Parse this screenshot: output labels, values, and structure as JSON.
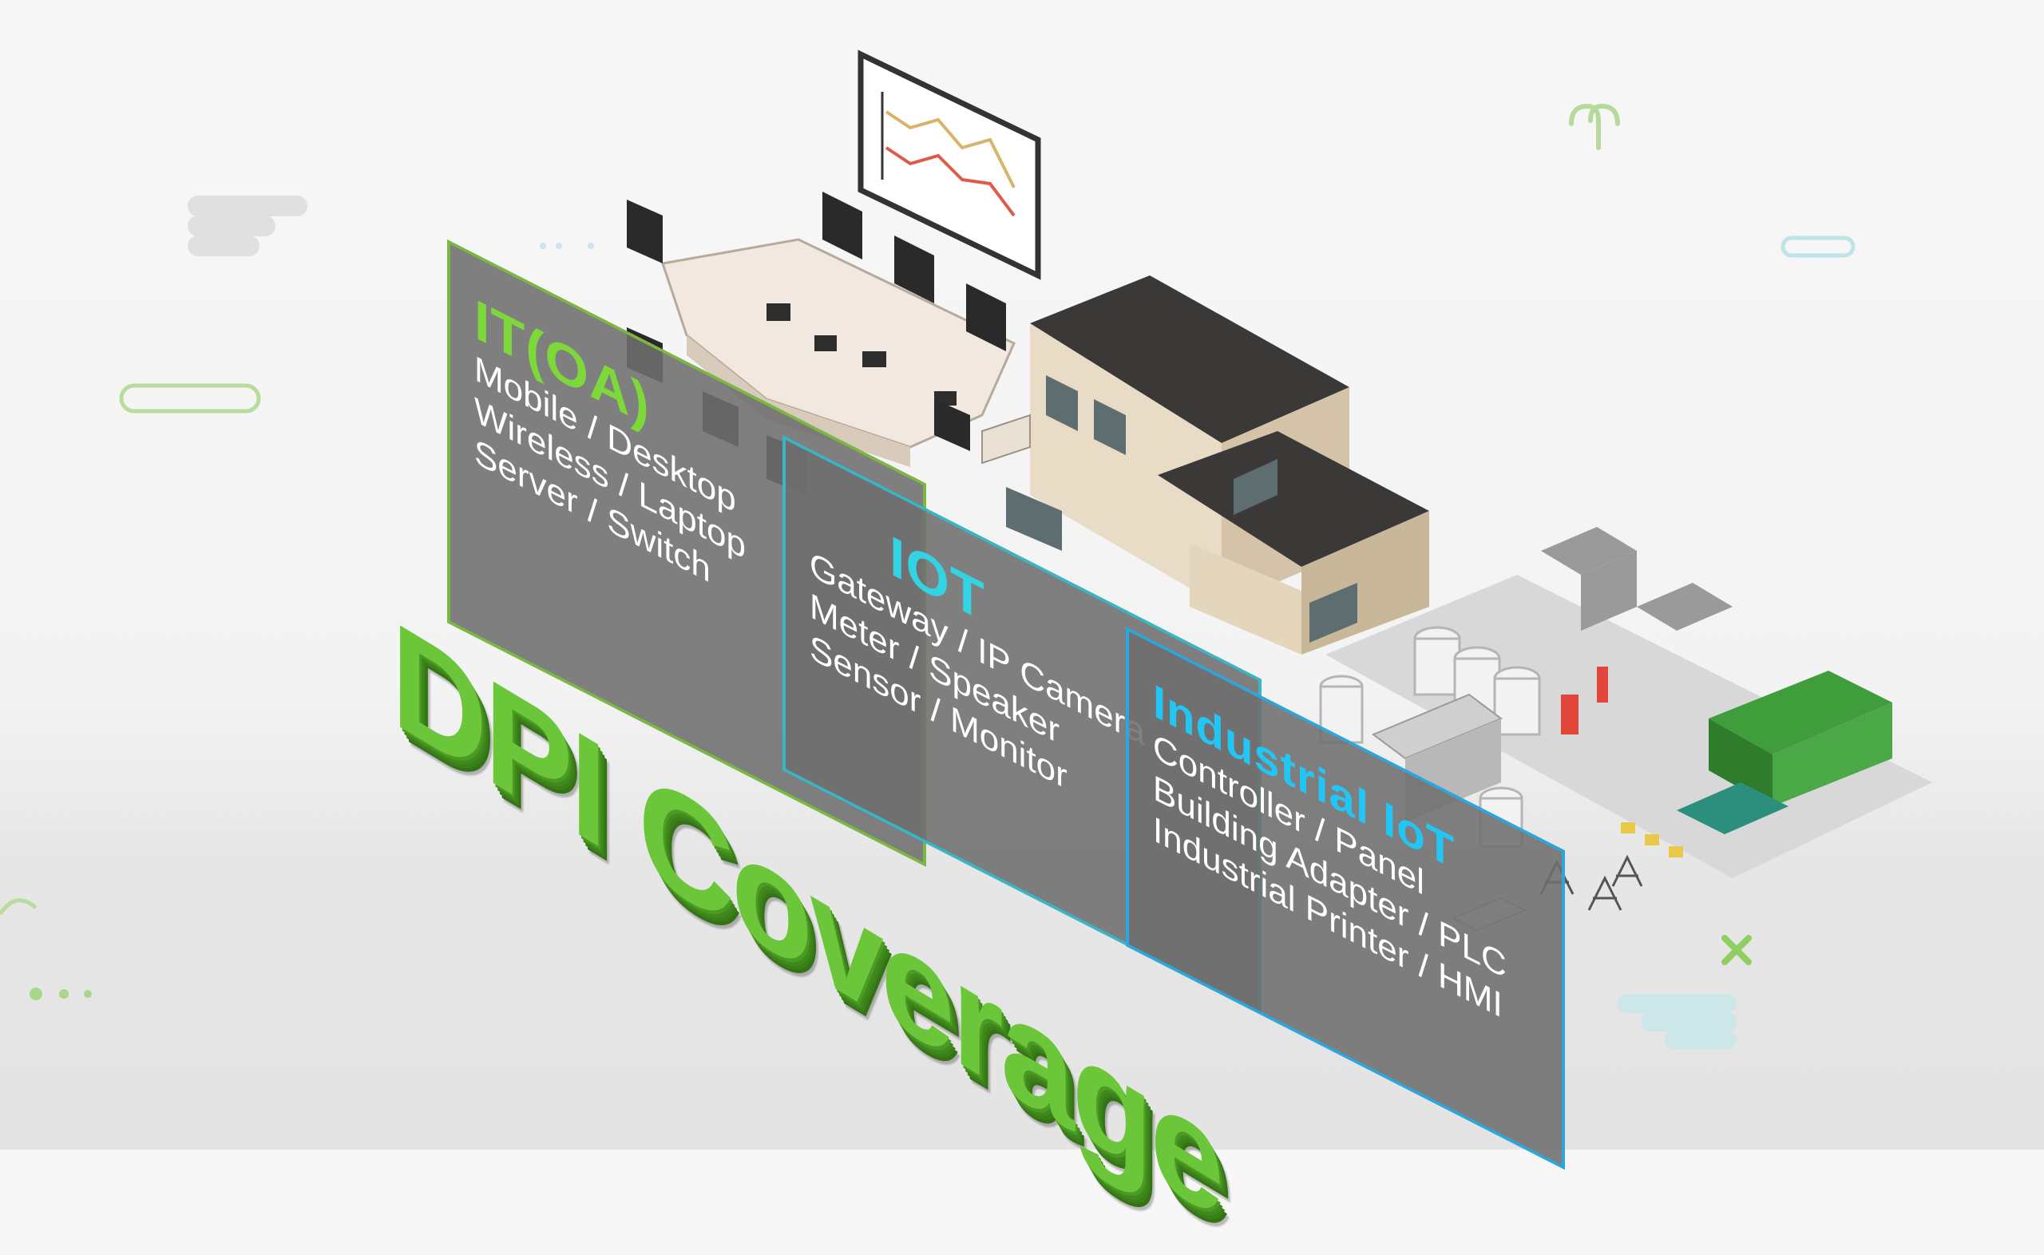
{
  "panels": {
    "it": {
      "title": "IT(OA)",
      "lines": [
        "Mobile / Desktop",
        "Wireless / Laptop",
        "Server / Switch"
      ]
    },
    "iot": {
      "title": "IOT",
      "lines": [
        "Gateway / IP Camera",
        "Meter / Speaker",
        "Sensor / Monitor"
      ]
    },
    "industrial": {
      "title": "Industrial IoT",
      "lines": [
        "Controller / Panel",
        "Building Adapter / PLC",
        "Industrial Printer / HMI"
      ]
    }
  },
  "headline": "DPI Coverage",
  "colors": {
    "green": "#6cc63a",
    "teal": "#33d3e3",
    "blue": "#22c6f4",
    "panel_bg": "#6e6e6e"
  }
}
